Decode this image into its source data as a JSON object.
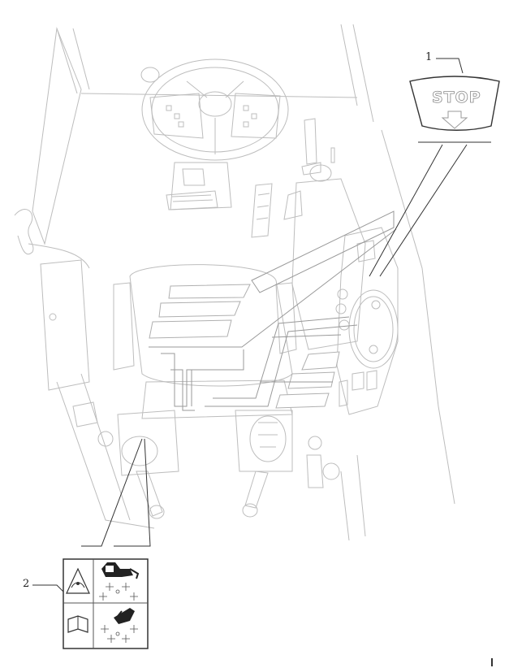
{
  "callouts": {
    "one": "1",
    "two": "2"
  },
  "decal_stop": {
    "text": "STOP"
  },
  "colors": {
    "line_light": "#bfbfbf",
    "line_dark": "#333333",
    "background": "#ffffff"
  },
  "icons": [
    "stop-arrow-icon",
    "operator-hazard-icon",
    "manual-book-icon",
    "excavator-icon",
    "loader-icon",
    "control-pattern-icon"
  ]
}
